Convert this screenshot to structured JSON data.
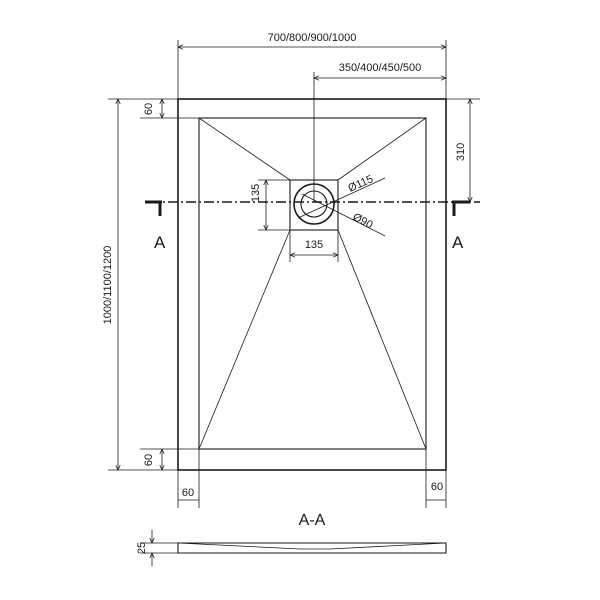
{
  "dimensions": {
    "width_options": "700/800/900/1000",
    "drain_offset_x": "350/400/450/500",
    "length_options": "1000/1100/1200",
    "drain_offset_y": "310",
    "rim_top": "60",
    "rim_bottom": "60",
    "rim_left": "60",
    "rim_right": "60",
    "drain_height": "135",
    "drain_width": "135",
    "outer_diameter": "Ø115",
    "inner_diameter": "Ø90",
    "tray_height": "25"
  },
  "section": {
    "marker_left": "A",
    "marker_right": "A",
    "title": "A-A"
  }
}
